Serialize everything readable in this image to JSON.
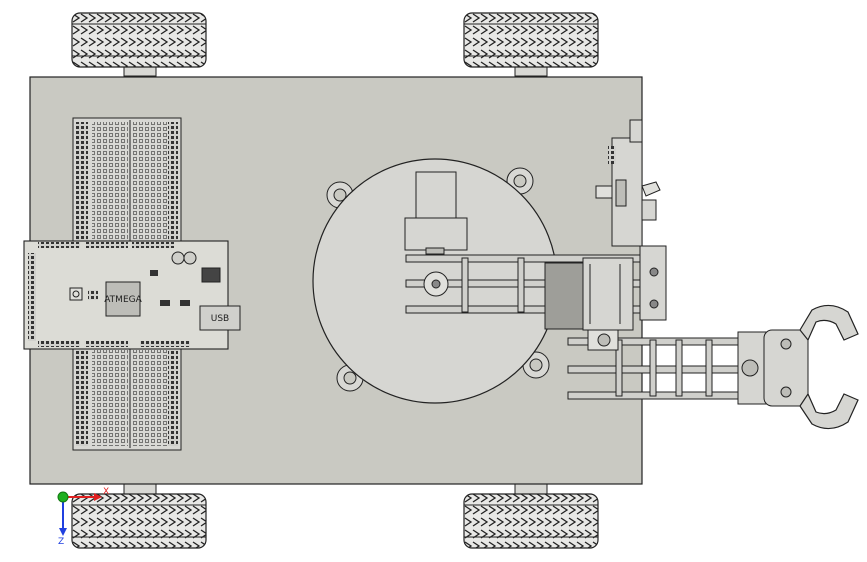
{
  "view": {
    "background": "#ffffff",
    "line_color": "#1a1a1a",
    "part_fill": "#c9c9c2",
    "board_fill": "#d6d6d2",
    "pcb_fill": "#dcdcd6"
  },
  "axes": {
    "x_label": "X",
    "z_label": "Z",
    "x_color": "#e02020",
    "y_color": "#20b020",
    "z_color": "#2040e0"
  },
  "chips": {
    "mcu_label": "ATMEGA",
    "usb_label": "USB"
  }
}
